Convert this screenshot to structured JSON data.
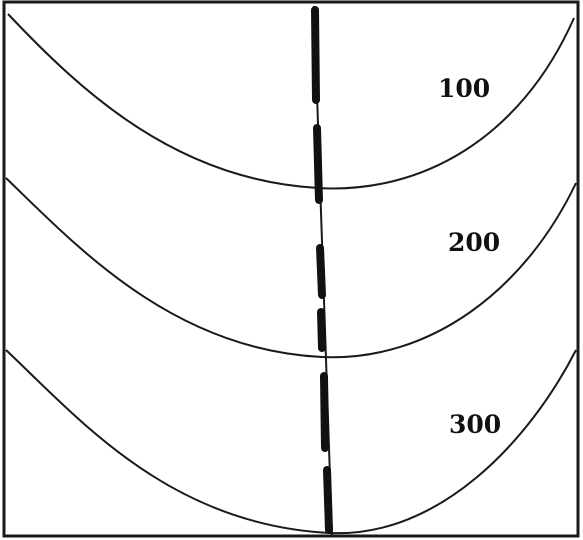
{
  "contours": [
    {
      "value": 100,
      "label": "100"
    },
    {
      "value": 200,
      "label": "200"
    },
    {
      "value": 300,
      "label": "300"
    }
  ],
  "colors": {
    "line": "#1a1a1a",
    "background": "#ffffff"
  }
}
